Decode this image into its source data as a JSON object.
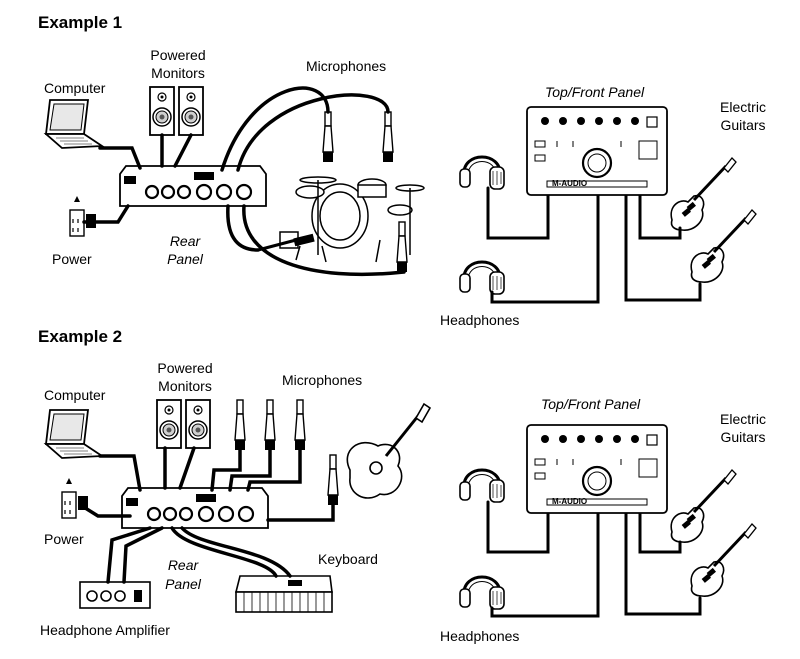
{
  "example1": {
    "title": "Example 1",
    "labels": {
      "computer": "Computer",
      "powered_monitors_1": "Powered",
      "powered_monitors_2": "Monitors",
      "microphones": "Microphones",
      "power": "Power",
      "rear_panel_1": "Rear",
      "rear_panel_2": "Panel",
      "top_front_panel": "Top/Front Panel",
      "electric_guitars_1": "Electric",
      "electric_guitars_2": "Guitars",
      "headphones": "Headphones"
    }
  },
  "example2": {
    "title": "Example 2",
    "labels": {
      "computer": "Computer",
      "powered_monitors_1": "Powered",
      "powered_monitors_2": "Monitors",
      "microphones": "Microphones",
      "power": "Power",
      "rear_panel_1": "Rear",
      "rear_panel_2": "Panel",
      "keyboard": "Keyboard",
      "headphone_amplifier": "Headphone Amplifier",
      "top_front_panel": "Top/Front Panel",
      "electric_guitars_1": "Electric",
      "electric_guitars_2": "Guitars",
      "headphones": "Headphones"
    }
  },
  "device": {
    "brand": "M-AUDIO"
  }
}
